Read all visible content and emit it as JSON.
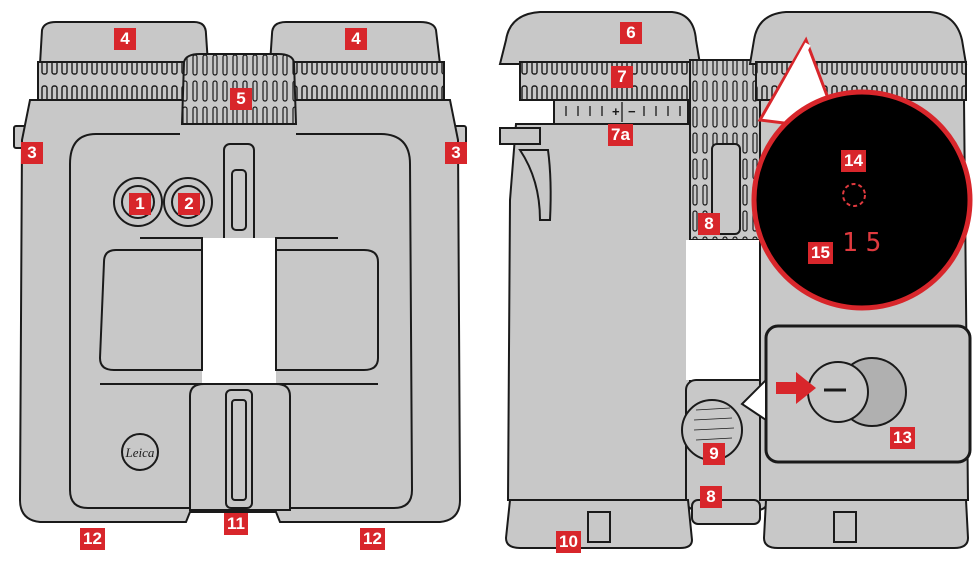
{
  "figure": {
    "labels": {
      "n1": "1",
      "n2": "2",
      "n3": "3",
      "n4": "4",
      "n5": "5",
      "n6": "6",
      "n7": "7",
      "n7a": "7a",
      "n8": "8",
      "n9": "9",
      "n10": "10",
      "n11": "11",
      "n12": "12",
      "n13": "13",
      "n14": "14",
      "n15": "15"
    },
    "display_reading": "15",
    "logo_text": "Leica",
    "colors": {
      "body": "#c8c8c8",
      "outline": "#1a1a1a",
      "callout": "#d8262b",
      "display_bg": "#000000",
      "display_text": "#e03a3f"
    }
  }
}
